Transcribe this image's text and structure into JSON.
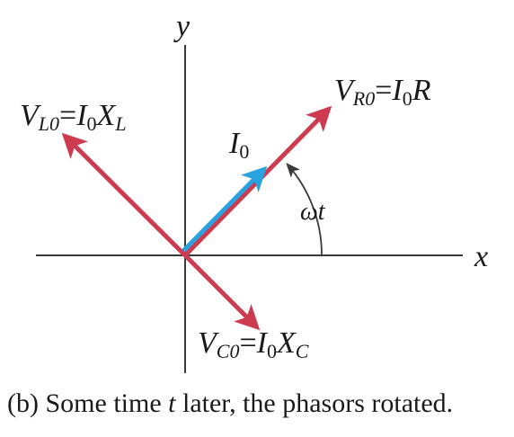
{
  "axes": {
    "x_label": "x",
    "y_label": "y"
  },
  "phasors": {
    "current": {
      "label_main": "I",
      "label_sub": "0",
      "color": "#29a3e0"
    },
    "resistor": {
      "label_main": "V",
      "label_sub": "R0",
      "label_eq": "=",
      "label_i": "I",
      "label_isub": "0",
      "label_end": "R",
      "color": "#cc3b50"
    },
    "inductor": {
      "label_main": "V",
      "label_sub": "L0",
      "label_eq": "=",
      "label_i": "I",
      "label_isub": "0",
      "label_x": "X",
      "label_xsub": "L",
      "color": "#cc3b50"
    },
    "capacitor": {
      "label_main": "V",
      "label_sub": "C0",
      "label_eq": "=",
      "label_i": "I",
      "label_isub": "0",
      "label_x": "X",
      "label_xsub": "C",
      "color": "#cc3b50"
    }
  },
  "angle": {
    "label": "ωt"
  },
  "caption": {
    "prefix": "(b) Some time ",
    "italic": "t",
    "suffix": " later, the phasors rotated."
  },
  "colors": {
    "axis": "#3a3a3a",
    "text": "#1a1a1a",
    "vector_red": "#cc3b50",
    "vector_blue": "#29a3e0"
  }
}
